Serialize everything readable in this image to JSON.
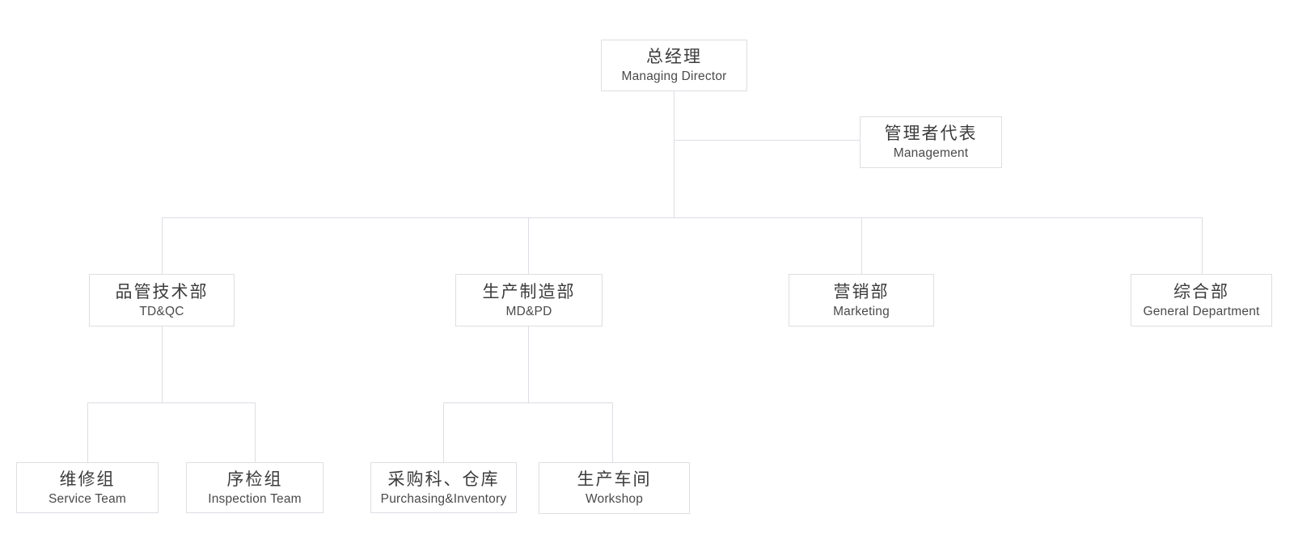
{
  "org": {
    "nodes": {
      "managing_director": {
        "zh": "总经理",
        "en": "Managing Director"
      },
      "management_rep": {
        "zh": "管理者代表",
        "en": "Management"
      },
      "td_qc": {
        "zh": "品管技术部",
        "en": "TD&QC"
      },
      "md_pd": {
        "zh": "生产制造部",
        "en": "MD&PD"
      },
      "marketing": {
        "zh": "营销部",
        "en": "Marketing"
      },
      "general": {
        "zh": "综合部",
        "en": "General Department"
      },
      "service": {
        "zh": "维修组",
        "en": "Service Team"
      },
      "inspection": {
        "zh": "序检组",
        "en": "Inspection Team"
      },
      "purchasing": {
        "zh": "采购科、仓库",
        "en": "Purchasing&Inventory"
      },
      "workshop": {
        "zh": "生产车间",
        "en": "Workshop"
      }
    },
    "hierarchy": {
      "root": "managing_director",
      "edges": [
        {
          "from": "managing_director",
          "to": "management_rep",
          "type": "staff-branch"
        },
        {
          "from": "managing_director",
          "to": "td_qc"
        },
        {
          "from": "managing_director",
          "to": "md_pd"
        },
        {
          "from": "managing_director",
          "to": "marketing"
        },
        {
          "from": "managing_director",
          "to": "general"
        },
        {
          "from": "td_qc",
          "to": "service"
        },
        {
          "from": "td_qc",
          "to": "inspection"
        },
        {
          "from": "md_pd",
          "to": "purchasing"
        },
        {
          "from": "md_pd",
          "to": "workshop"
        }
      ]
    },
    "colors": {
      "background": "#ffffff",
      "node_fill": "#ffffff",
      "node_border": "#dddee4",
      "connector_line": "#dddee4",
      "text_primary": "#3c3c3c",
      "text_secondary": "#4a4a4a"
    }
  }
}
